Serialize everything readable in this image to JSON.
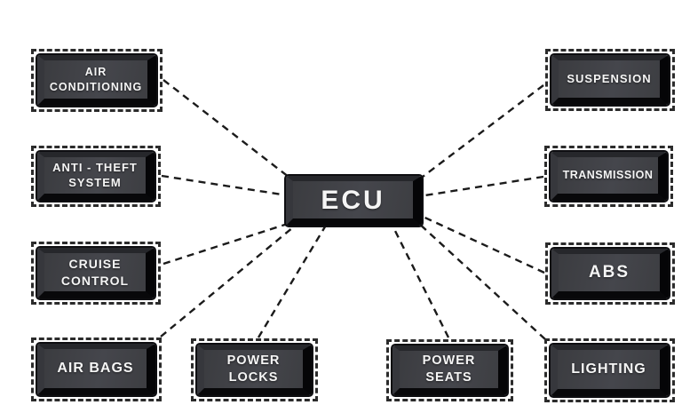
{
  "hub": {
    "label": "ECU"
  },
  "nodes": {
    "air_conditioning": {
      "label": "AIR\nCONDITIONING"
    },
    "anti_theft": {
      "label": "ANTI - THEFT\nSYSTEM"
    },
    "cruise_control": {
      "label": "CRUISE\nCONTROL"
    },
    "air_bags": {
      "label": "AIR BAGS"
    },
    "power_locks": {
      "label": "POWER\nLOCKS"
    },
    "power_seats": {
      "label": "POWER\nSEATS"
    },
    "suspension": {
      "label": "SUSPENSION"
    },
    "transmission": {
      "label": "TRANSMISSION"
    },
    "abs": {
      "label": "ABS"
    },
    "lighting": {
      "label": "LIGHTING"
    }
  },
  "edges": [
    {
      "from": "ecu",
      "to": "air_conditioning"
    },
    {
      "from": "ecu",
      "to": "anti_theft"
    },
    {
      "from": "ecu",
      "to": "cruise_control"
    },
    {
      "from": "ecu",
      "to": "air_bags"
    },
    {
      "from": "ecu",
      "to": "power_locks"
    },
    {
      "from": "ecu",
      "to": "power_seats"
    },
    {
      "from": "ecu",
      "to": "lighting"
    },
    {
      "from": "ecu",
      "to": "abs"
    },
    {
      "from": "ecu",
      "to": "transmission"
    },
    {
      "from": "ecu",
      "to": "suspension"
    }
  ],
  "colors": {
    "background": "#ffffff",
    "button_face": "#414246",
    "button_frame": "#0e0e11",
    "dashed_border": "#2c2c2c",
    "connector": "#1b1b1b",
    "label_text": "#f5f5f5"
  }
}
